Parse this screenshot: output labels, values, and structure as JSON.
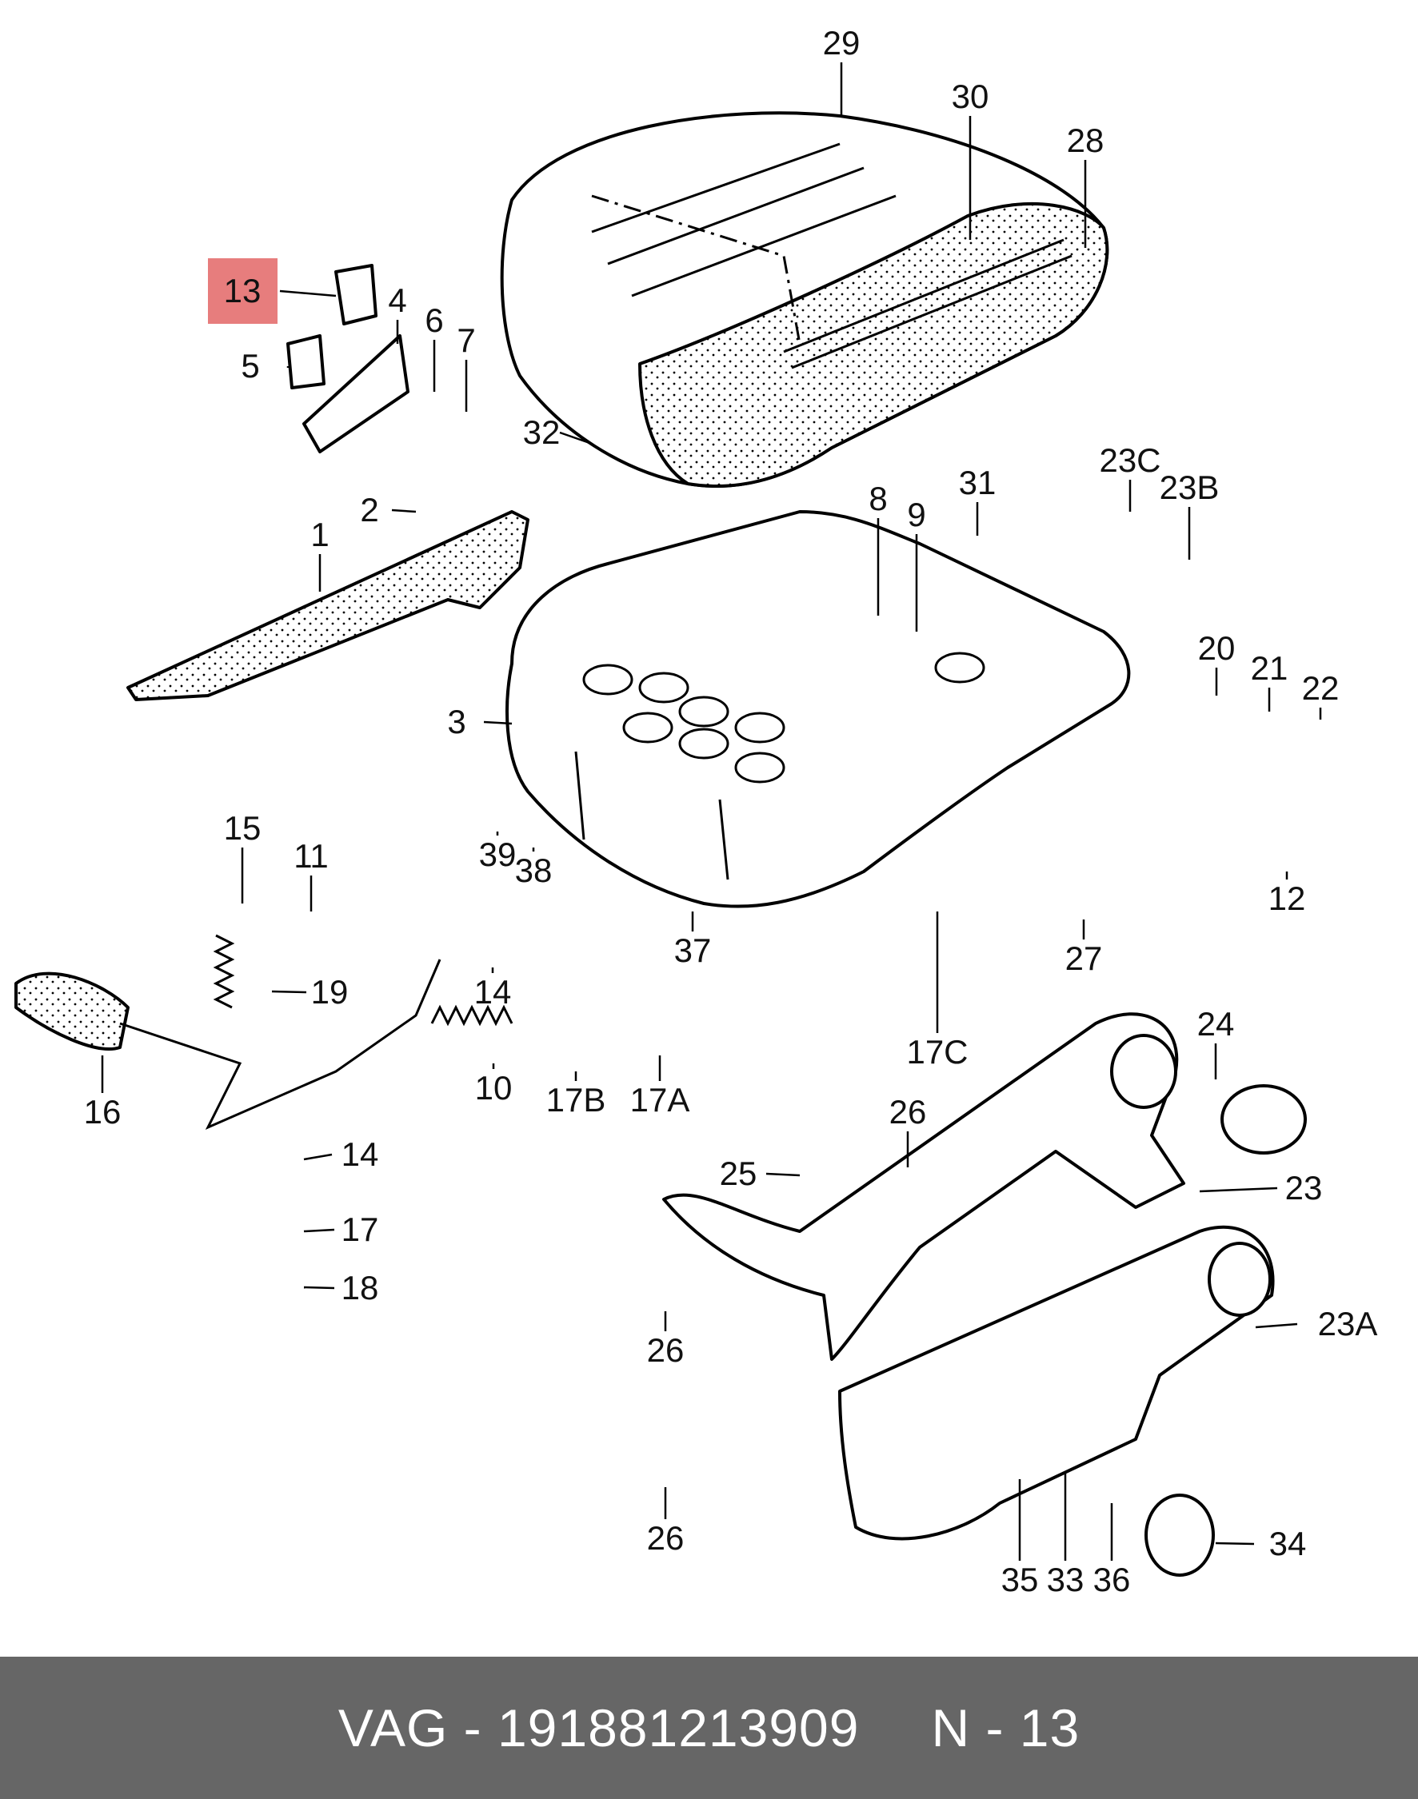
{
  "diagram": {
    "highlighted_part": "13",
    "callouts": [
      "29",
      "30",
      "28",
      "13",
      "4",
      "6",
      "7",
      "5",
      "32",
      "2",
      "1",
      "23C",
      "23B",
      "31",
      "8",
      "9",
      "3",
      "20",
      "21",
      "22",
      "39",
      "38",
      "15",
      "11",
      "12",
      "19",
      "37",
      "27",
      "14",
      "16",
      "10",
      "17B",
      "17A",
      "17C",
      "24",
      "26",
      "25",
      "23",
      "17",
      "18",
      "23A",
      "35",
      "33",
      "36",
      "34"
    ]
  },
  "footer": {
    "part_ref": "VAG - 191881213909",
    "position_ref": "N - 13"
  }
}
